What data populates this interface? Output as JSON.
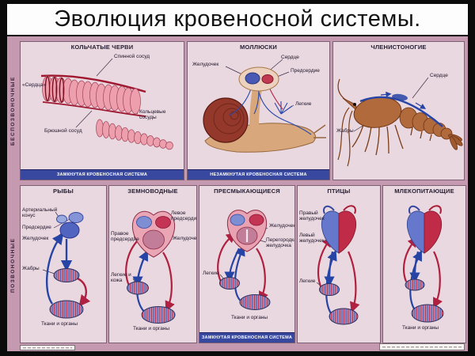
{
  "slide": {
    "title": "Эволюция кровеносной системы."
  },
  "poster": {
    "colors": {
      "background": "#c59ab1",
      "banner": "#38489e",
      "artery": "#b02040",
      "vein": "#2644a6"
    },
    "side_labels": {
      "invertebrates": "БЕСПОЗВОНОЧНЫЕ",
      "vertebrates": "ПОЗВОНОЧНЫЕ"
    },
    "panels": {
      "annelids": {
        "title": "КОЛЬЧАТЫЕ ЧЕРВИ",
        "labels": [
          "Спинной сосуд",
          "«Сердца»",
          "Кольцевые сосуды",
          "Брюшной сосуд"
        ],
        "banner": "ЗАМКНУТАЯ КРОВЕНОСНАЯ СИСТЕМА"
      },
      "mollusks": {
        "title": "МОЛЛЮСКИ",
        "labels": [
          "Желудочек",
          "Сердце",
          "Предсердие",
          "Легкие"
        ],
        "banner": "НЕЗАМКНУТАЯ КРОВЕНОСНАЯ СИСТЕМА"
      },
      "arthropods": {
        "title": "ЧЛЕНИСТОНОГИЕ",
        "labels": [
          "Сердце",
          "Жабры"
        ]
      },
      "fish": {
        "title": "РЫБЫ",
        "labels": [
          "Артериальный конус",
          "Предсердие",
          "Желудочек",
          "Жабры",
          "Ткани и органы"
        ]
      },
      "amphibians": {
        "title": "ЗЕМНОВОДНЫЕ",
        "labels": [
          "Левое предсердие",
          "Желудочек",
          "Правое предсердие",
          "Легкие и кожа",
          "Ткани и органы"
        ]
      },
      "reptiles": {
        "title": "ПРЕСМЫКАЮЩИЕСЯ",
        "labels": [
          "Желудочек",
          "Перегородка желудочка",
          "Легкие",
          "Ткани и органы"
        ],
        "banner": "ЗАМКНУТАЯ КРОВЕНОСНАЯ СИСТЕМА"
      },
      "birds": {
        "title": "ПТИЦЫ",
        "labels": [
          "Правый желудочек",
          "Левый желудочек",
          "Легкие"
        ]
      },
      "mammals": {
        "title": "МЛЕКОПИТАЮЩИЕ",
        "labels": [
          "Ткани и органы"
        ]
      }
    }
  }
}
